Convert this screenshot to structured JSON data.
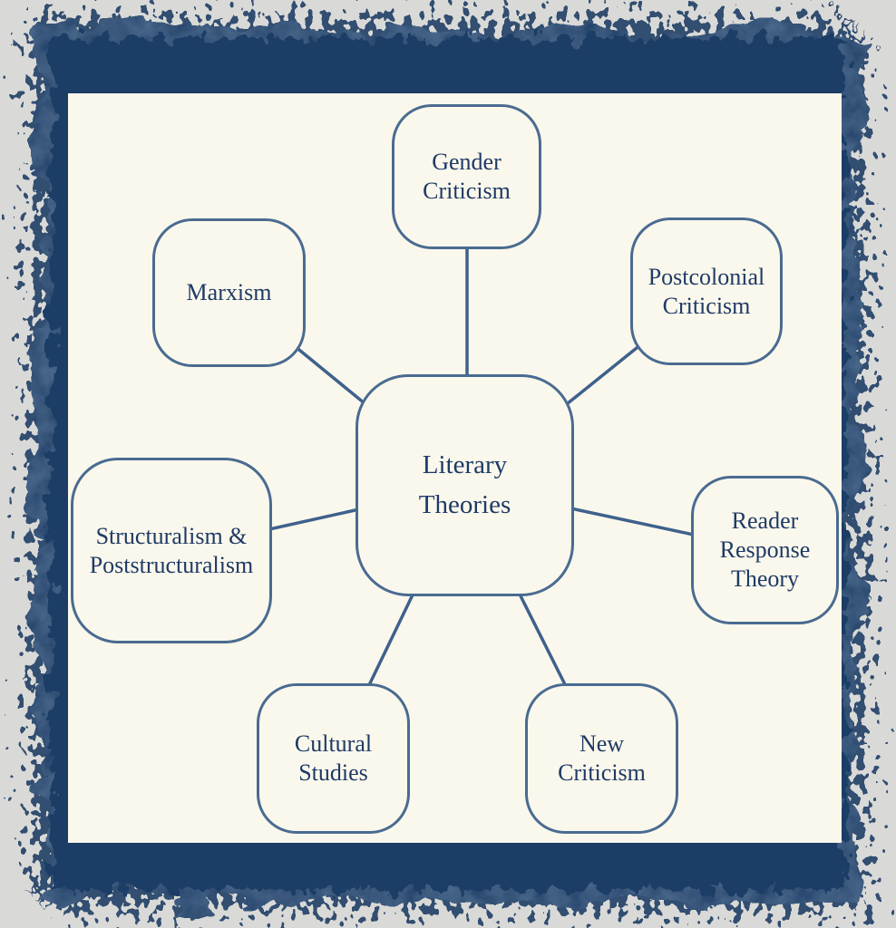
{
  "diagram": {
    "type": "mindmap",
    "title": "Literary Theories",
    "center": {
      "name": "literary-theories",
      "label": "Literary\nTheories"
    },
    "nodes": [
      {
        "name": "gender-criticism",
        "label": "Gender\nCriticism"
      },
      {
        "name": "marxism",
        "label": "Marxism"
      },
      {
        "name": "postcolonial-criticism",
        "label": "Postcolonial\nCriticism"
      },
      {
        "name": "structuralism-poststructuralism",
        "label": "Structuralism &\nPoststructuralism"
      },
      {
        "name": "reader-response-theory",
        "label": "Reader\nResponse\nTheory"
      },
      {
        "name": "cultural-studies",
        "label": "Cultural\nStudies"
      },
      {
        "name": "new-criticism",
        "label": "New\nCriticism"
      }
    ],
    "edges": [
      [
        "literary-theories",
        "gender-criticism"
      ],
      [
        "literary-theories",
        "marxism"
      ],
      [
        "literary-theories",
        "postcolonial-criticism"
      ],
      [
        "literary-theories",
        "structuralism-poststructuralism"
      ],
      [
        "literary-theories",
        "reader-response-theory"
      ],
      [
        "literary-theories",
        "cultural-studies"
      ],
      [
        "literary-theories",
        "new-criticism"
      ]
    ],
    "colors": {
      "outer_background": "#d9d9d7",
      "frame_paint": "#1d3b64",
      "panel_background": "#faf8ec",
      "node_border": "#4a6b91",
      "connector": "#3e618c",
      "text": "#1f3a66"
    }
  }
}
